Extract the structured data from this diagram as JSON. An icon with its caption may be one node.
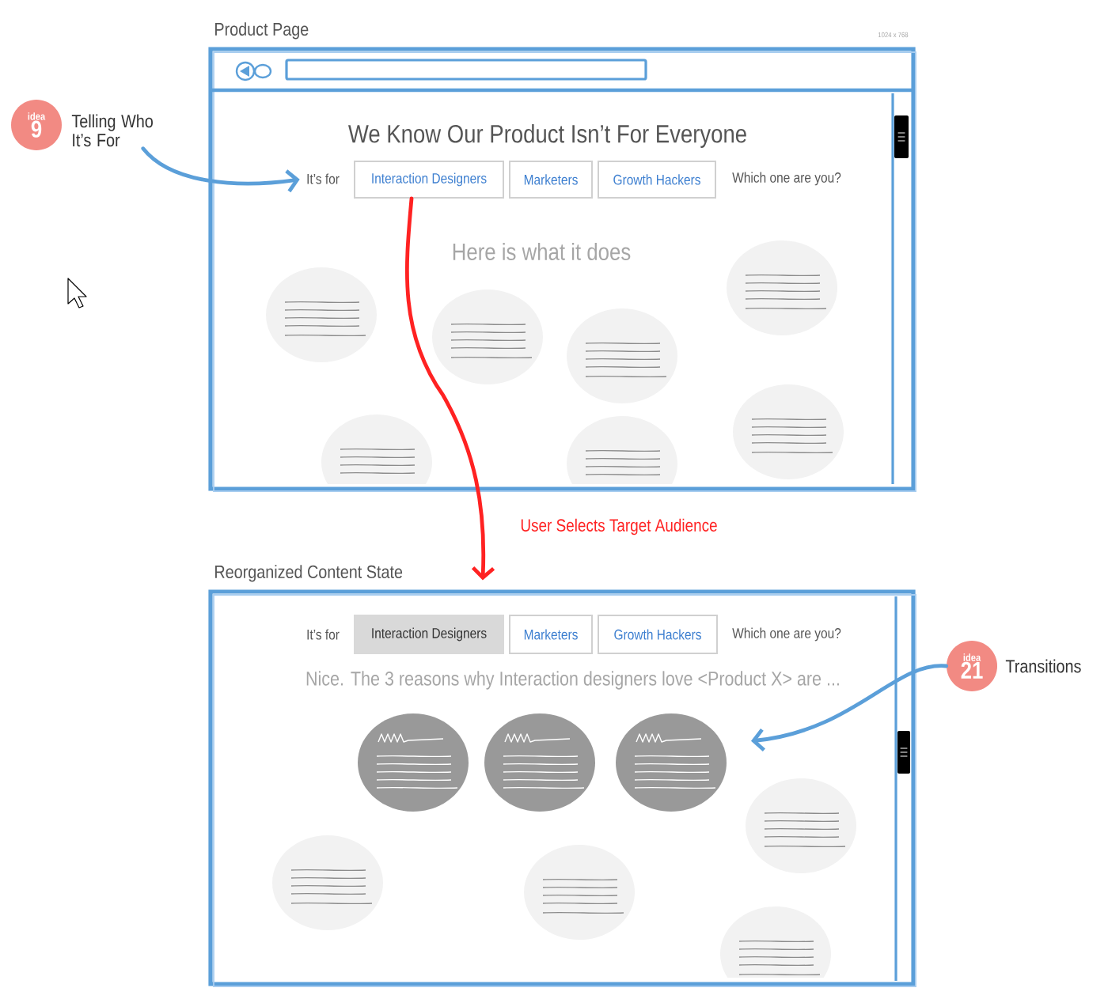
{
  "diagram": {
    "nodes": [
      {
        "text": [
          "Product Page"
        ]
      },
      {
        "text": [
          "idea",
          "9"
        ]
      },
      {
        "text": [
          "Telling Who It’s For"
        ]
      },
      {
        "text": [
          "It’s for"
        ],
        "in": 0
      },
      {
        "text": [
          "Interaction Designers"
        ],
        "in": 0
      },
      {
        "text": [
          "Marketers"
        ],
        "in": 0
      },
      {
        "text": [
          "Growth Hackers"
        ],
        "in": 0
      },
      {
        "text": [
          "Reorganized Content State"
        ]
      },
      {
        "text": [
          "Interaction Designers"
        ],
        "in": 7
      },
      {
        "text": [
          "Marketers"
        ],
        "in": 7
      },
      {
        "text": [
          "Growth Hackers"
        ],
        "in": 7
      },
      {
        "text": [
          "idea",
          "21"
        ]
      },
      {
        "text": [
          "Transitions"
        ]
      },
      {
        "text": [],
        "shape": "circle",
        "in": 7
      },
      {
        "text": [],
        "shape": "circle",
        "in": 7
      },
      {
        "text": [],
        "shape": "circle",
        "in": 7
      }
    ],
    "edges": [
      {
        "from": 2,
        "to": 3,
        "arrow": "to"
      },
      {
        "from": 4,
        "to": 7,
        "arrow": "to",
        "label": "User Selects Target Audience",
        "color": "#ff2222"
      },
      {
        "from": 11,
        "to": 15,
        "arrow": "to"
      }
    ],
    "labels": [
      "1024 x 768",
      "We Know Our Product Isn’t For Everyone",
      "Which one are you?",
      "Here is what it does",
      "It’s for",
      "Which one are you?",
      "Nice. The 3 reasons why Interaction designers love <Product X> are ..."
    ]
  }
}
